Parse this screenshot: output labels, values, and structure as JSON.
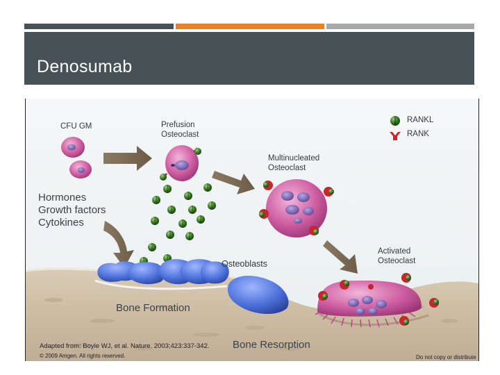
{
  "slide": {
    "title": "Denosumab",
    "accent_colors": [
      "#475256",
      "#e8822a",
      "#a7aaab"
    ]
  },
  "figure": {
    "labels": {
      "cfu_gm": "CFU GM",
      "prefusion_line1": "Prefusion",
      "prefusion_line2": "Osteoclast",
      "multinucleated_line1": "Multinucleated",
      "multinucleated_line2": "Osteoclast",
      "activated_line1": "Activated",
      "activated_line2": "Osteoclast",
      "hormones": "Hormones",
      "growth_factors": "Growth factors",
      "cytokines": "Cytokines",
      "osteoblasts": "Osteoblasts",
      "bone_formation": "Bone Formation",
      "bone_resorption": "Bone Resorption",
      "legend_rankl": "RANKL",
      "legend_rank": "RANK"
    },
    "credits": {
      "adapted_from": "Adapted from: Boyle WJ, et al. Nature. 2003;423:337-342.",
      "copyright": "© 2009 Amgen. All rights reserved.",
      "no_copy": "Do not copy or distribute"
    },
    "colors": {
      "cell_pink": "#c8589a",
      "nucleus_purple": "#7a5aa8",
      "rankl_green": "#2f6a1e",
      "rank_red": "#c8262a",
      "osteoblast_blue": "#4a6fd8",
      "arrow_brown": "#7a6a55",
      "bone_tan": "#d8c9b4"
    }
  }
}
